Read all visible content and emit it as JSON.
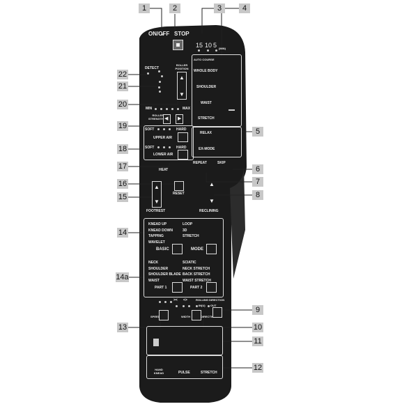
{
  "callouts": [
    "1",
    "2",
    "3",
    "4",
    "5",
    "6",
    "7",
    "8",
    "9",
    "10",
    "11",
    "12",
    "13",
    "14",
    "14a",
    "15",
    "16",
    "17",
    "18",
    "19",
    "20",
    "21",
    "22"
  ],
  "top": {
    "onoff": "ON/OFF",
    "stop": "STOP",
    "timer": [
      "15",
      "10",
      "5"
    ],
    "timer_unit": "(MIN)"
  },
  "left": {
    "detect": "DETECT",
    "roller_position": "ROLLER POSITION",
    "min": "MIN",
    "max": "MAX",
    "roller_strength": "ROLLER STRENGTH",
    "soft": "SOFT",
    "hard": "HARD",
    "upper_air": "UPPER AIR",
    "lower_air": "LOWER AIR",
    "heat": "HEAT"
  },
  "auto_course": {
    "title": "AUTO COURSE",
    "items": [
      "WHOLE BODY",
      "SHOULDER",
      "WAIST",
      "STRETCH"
    ]
  },
  "extra": {
    "relax": "RELAX",
    "ex_mode": "EX-MODE",
    "repeat": "REPEAT",
    "skip": "SKIP"
  },
  "mid": {
    "reset": "RESET",
    "footrest": "FOOTREST",
    "reclining": "RECLINING"
  },
  "basic": {
    "left": [
      "KNEAD UP",
      "KNEAD DOWN",
      "TAPPING",
      "WAVELET"
    ],
    "right": [
      "LOOP",
      "3D",
      "STRETCH"
    ],
    "basic": "BASIC",
    "mode": "MODE"
  },
  "part": {
    "left": [
      "NECK",
      "SHOULDER",
      "SHOULDER BLADE",
      "WAIST"
    ],
    "right": [
      "SCIATIC",
      "NECK STRETCH",
      "BACK STRETCH",
      "WAIST STRETCH"
    ],
    "part1": "PART 1",
    "part2": "PART 2"
  },
  "bottom": {
    "speed": "SPEED",
    "width": "WIDTH",
    "rolling_direction": "ROLLING DIRECTION",
    "dir_opts": [
      "IN(U)",
      "OUT"
    ],
    "direction": "DIRECTION",
    "width_syms": [
      "><",
      "<>"
    ],
    "hand_knead": "HAND KNEAD",
    "pulse": "PULSE",
    "stretch": "STRETCH"
  }
}
